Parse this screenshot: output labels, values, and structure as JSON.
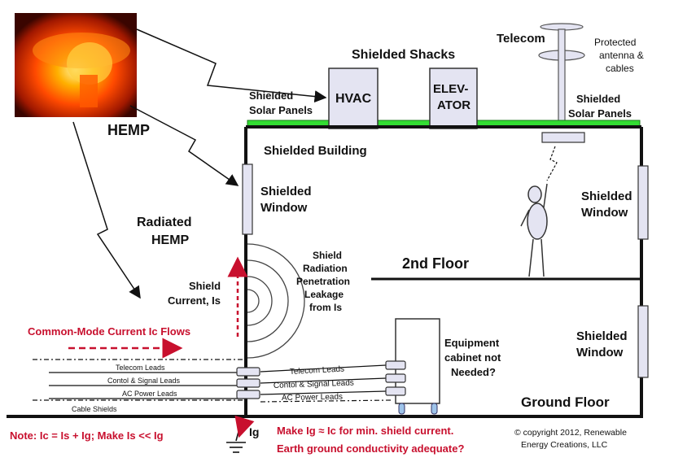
{
  "labels": {
    "hemp": "HEMP",
    "radiated_1": "Radiated",
    "radiated_2": "HEMP",
    "shielded_shacks": "Shielded Shacks",
    "telecom": "Telecom",
    "protected_1": "Protected",
    "protected_2": "antenna &",
    "protected_3": "cables",
    "solar_left_1": "Shielded",
    "solar_left_2": "Solar Panels",
    "solar_right_1": "Shielded",
    "solar_right_2": "Solar Panels",
    "hvac": "HVAC",
    "elevator_1": "ELEV-",
    "elevator_2": "ATOR",
    "building": "Shielded Building",
    "window_left_1": "Shielded",
    "window_left_2": "Window",
    "window_right1_1": "Shielded",
    "window_right1_2": "Window",
    "window_right2_1": "Shielded",
    "window_right2_2": "Window",
    "second_floor": "2nd Floor",
    "ground_floor": "Ground Floor",
    "leak_1": "Shield",
    "leak_2": "Radiation",
    "leak_3": "Penetration",
    "leak_4": "Leakage",
    "leak_5": "from Is",
    "shield_current_1": "Shield",
    "shield_current_2": "Current, Is",
    "common_mode": "Common-Mode Current Ic Flows",
    "lead_telecom": "Telecom Leads",
    "lead_control": "Contol & Signal Leads",
    "lead_power": "AC Power Leads",
    "lead_cable": "Cable Shields",
    "lead_telecom_in": "Telecom Leads",
    "lead_control_in": "Contol & Signal Leads",
    "lead_power_in": "AC Power Leads",
    "equip_1": "Equipment",
    "equip_2": "cabinet not",
    "equip_3": "Needed?",
    "ig": "Ig",
    "note": "Note: Ic = Is + Ig; Make Is << Ig",
    "make_1": "Make Ig ≈ Ic for min. shield current.",
    "make_2": "Earth ground conductivity adequate?",
    "copyright_1": "© copyright 2012, Renewable",
    "copyright_2": "Energy Creations, LLC"
  },
  "colors": {
    "accent_red": "#c8102e",
    "solar_green": "#33dd33",
    "panel_fill": "#e4e4f2",
    "fireball": "#ff6a00"
  }
}
